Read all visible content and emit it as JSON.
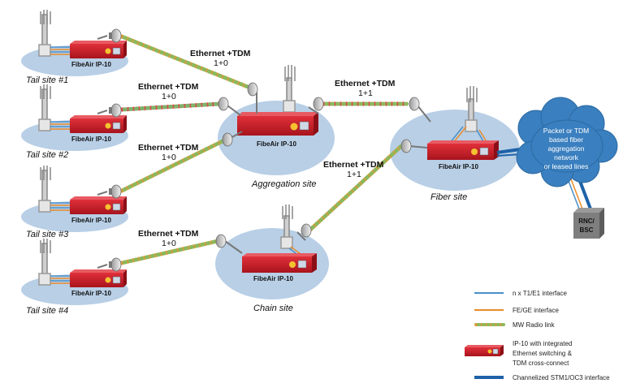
{
  "colors": {
    "site_ellipse": "#b8cfe6",
    "radio_red": "#cc1f2a",
    "cloud": "#3a7fbf",
    "e1_line": "#4a8fc8",
    "fe_line": "#e98b2a",
    "stm_line": "#1e62a8"
  },
  "sites": {
    "tail1": "Tail site #1",
    "tail2": "Tail site #2",
    "tail3": "Tail site #3",
    "tail4": "Tail site #4",
    "aggregation": "Aggregation site",
    "chain": "Chain site",
    "fiber": "Fiber site"
  },
  "device_label": "FibeAir IP-10",
  "links": {
    "l1": {
      "title": "Ethernet +TDM",
      "cfg": "1+0"
    },
    "l2": {
      "title": "Ethernet +TDM",
      "cfg": "1+0"
    },
    "l3": {
      "title": "Ethernet +TDM",
      "cfg": "1+0"
    },
    "l4": {
      "title": "Ethernet +TDM",
      "cfg": "1+0"
    },
    "agg_fiber": {
      "title": "Ethernet +TDM",
      "cfg": "1+1"
    },
    "chain_fiber": {
      "title": "Ethernet +TDM",
      "cfg": "1+1"
    }
  },
  "cloud_lines": [
    "Packet or TDM",
    "based fiber",
    "aggregation",
    "network",
    "or leased lines"
  ],
  "rnc_lines": [
    "RNC/",
    "BSC"
  ],
  "legend": {
    "e1": "n x T1/E1 interface",
    "fe": "FE/GE interface",
    "mw": "MW Radio link",
    "ip10": [
      "IP-10 with integrated",
      "Ethernet switching &",
      "TDM cross-connect"
    ],
    "stm": "Channelized STM1/OC3 interface"
  }
}
